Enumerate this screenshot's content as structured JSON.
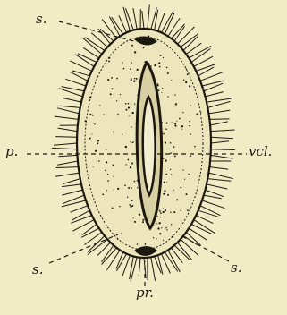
{
  "labels": {
    "s_top": "s.",
    "p": "p.",
    "vcl": "vcl.",
    "s_left": "s.",
    "s_right": "s.",
    "pr": "pr."
  },
  "colors": {
    "background": "#f2ecc6",
    "ink": "#1c1810"
  }
}
